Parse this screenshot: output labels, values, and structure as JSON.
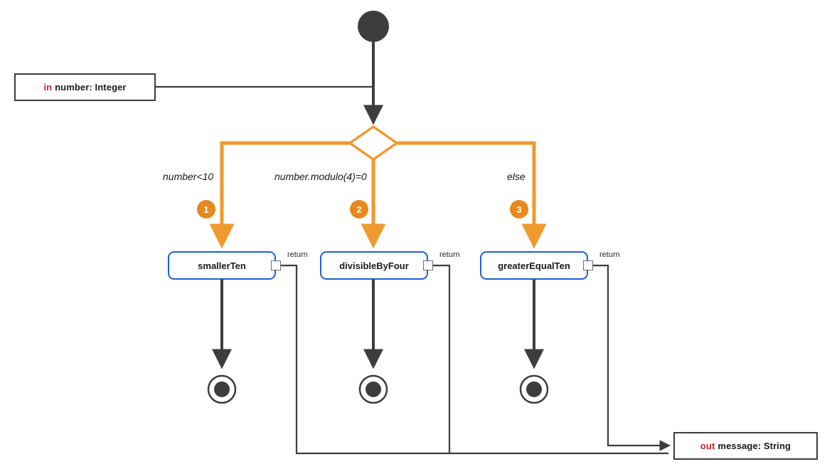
{
  "diagram": {
    "type": "uml-activity-diagram",
    "colors": {
      "flow": "#3d3d3d",
      "decision_flow": "#f0992e",
      "badge": "#e8891c",
      "action_border": "#1f5fd0",
      "param_border": "#3d3d3d",
      "direction_keyword": "#c0272d",
      "background": "#ffffff"
    }
  },
  "parameters": {
    "input": {
      "direction": "in",
      "text": "number: Integer"
    },
    "output": {
      "direction": "out",
      "text": "message: String"
    }
  },
  "nodes": {
    "initial": {
      "name": "initial-node"
    },
    "decision": {
      "name": "decision-node"
    },
    "actions": [
      {
        "label": "smallerTen",
        "pin_label": "return"
      },
      {
        "label": "divisibleByFour",
        "pin_label": "return"
      },
      {
        "label": "greaterEqualTen",
        "pin_label": "return"
      }
    ],
    "finals": [
      {
        "name": "activity-final-1"
      },
      {
        "name": "activity-final-2"
      },
      {
        "name": "activity-final-3"
      }
    ]
  },
  "branches": [
    {
      "badge": "1",
      "guard": "number<10",
      "target": "smallerTen"
    },
    {
      "badge": "2",
      "guard": "number.modulo(4)=0",
      "target": "divisibleByFour"
    },
    {
      "badge": "3",
      "guard": "else",
      "target": "greaterEqualTen"
    }
  ]
}
